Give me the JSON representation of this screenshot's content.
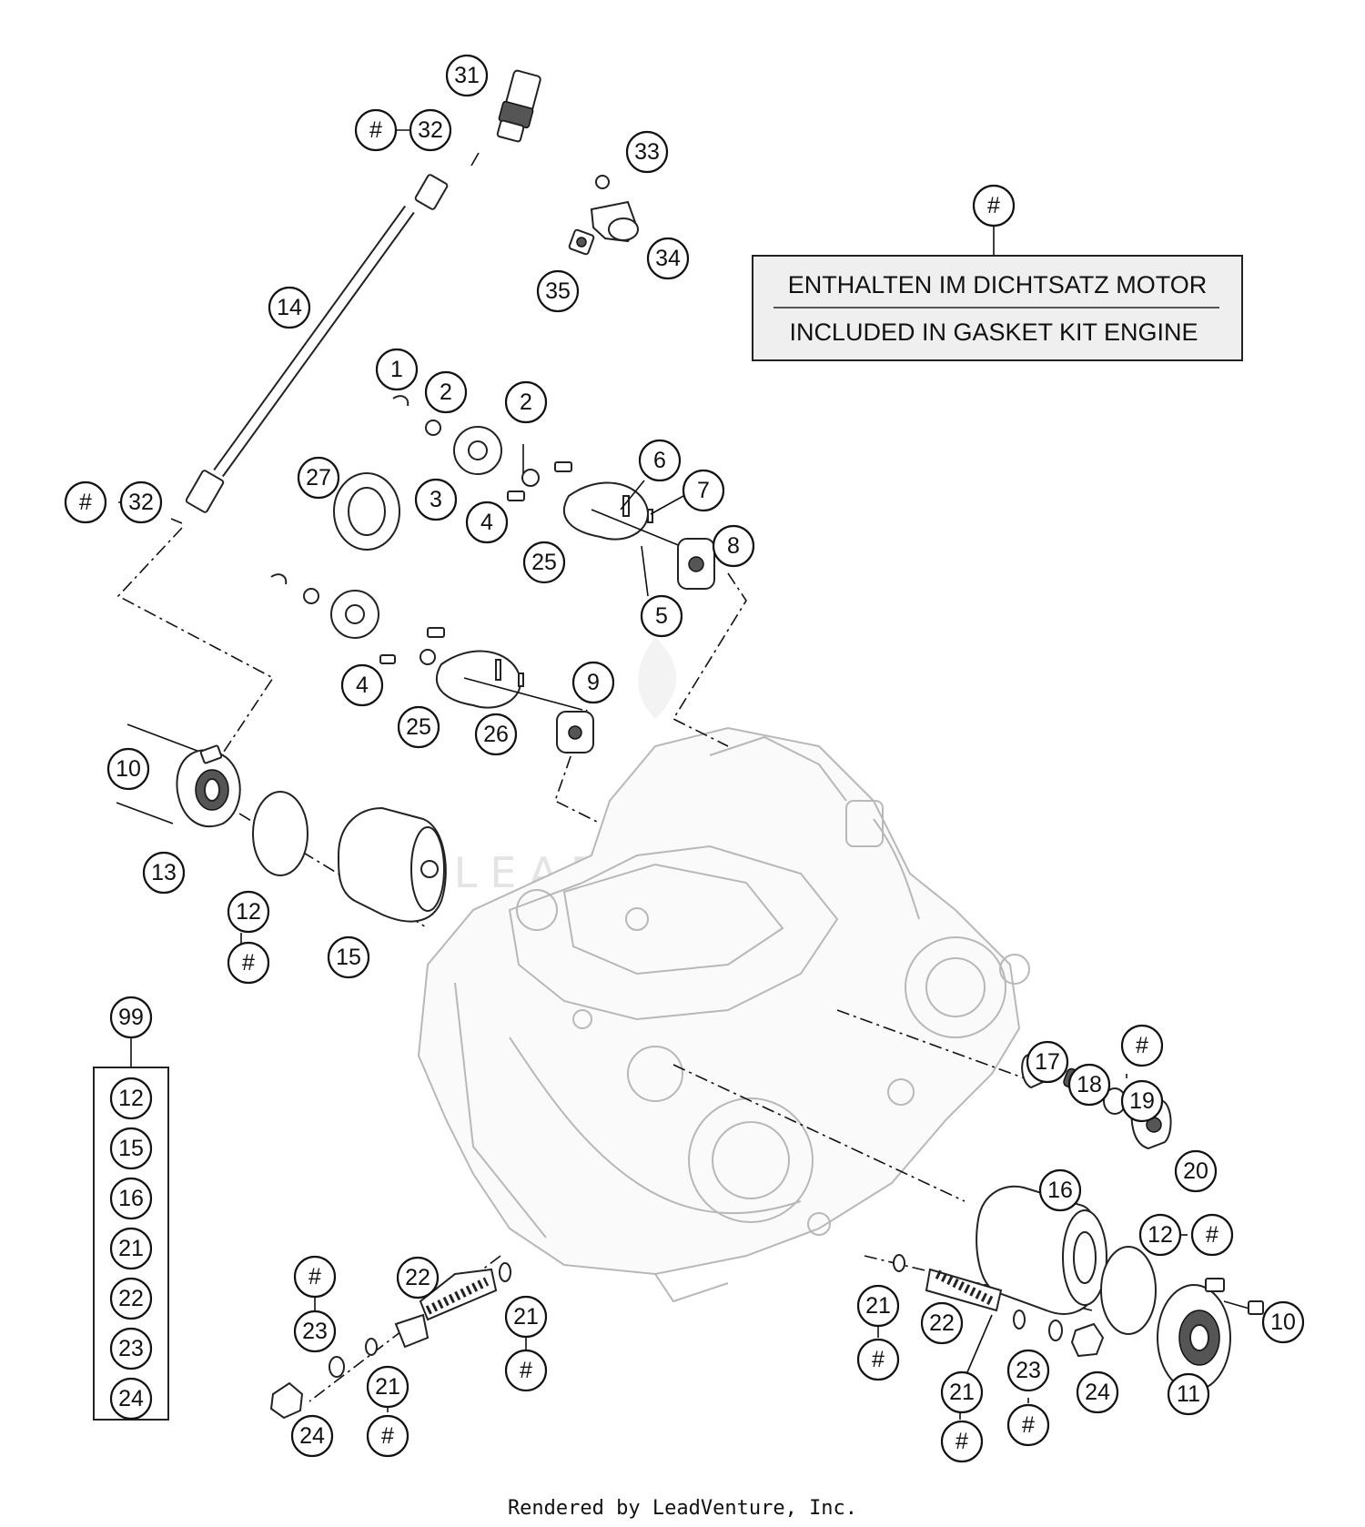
{
  "note": {
    "marker": "#",
    "line1": "ENTHALTEN IM DICHTSATZ MOTOR",
    "line2": "INCLUDED IN GASKET KIT ENGINE"
  },
  "kit": {
    "label": "99",
    "items": [
      "12",
      "15",
      "16",
      "21",
      "22",
      "23",
      "24"
    ]
  },
  "watermark": "LEADVENTURE",
  "footer": "Rendered by LeadVenture, Inc.",
  "callouts": {
    "c31": "31",
    "c32a": "32",
    "c32a_hash": "#",
    "c33": "33",
    "c34": "34",
    "c35": "35",
    "c14": "14",
    "c1": "1",
    "c2a": "2",
    "c2b": "2",
    "c27": "27",
    "c3": "3",
    "c4a": "4",
    "c6": "6",
    "c7": "7",
    "c8": "8",
    "c25a": "25",
    "c5": "5",
    "c32b": "32",
    "c32b_hash": "#",
    "c4b": "4",
    "c9": "9",
    "c25b": "25",
    "c26": "26",
    "c10a": "10",
    "c13": "13",
    "c12a": "12",
    "c12a_hash": "#",
    "c15": "15",
    "c17": "17",
    "c18": "18",
    "c19": "19",
    "c19_hash": "#",
    "c20": "20",
    "c16": "16",
    "c12b": "12",
    "c12b_hash": "#",
    "c10b": "10",
    "c11": "11",
    "c23a_hash": "#",
    "c23a": "23",
    "c22a": "22",
    "c21a": "21",
    "c21a_hash": "#",
    "c21b": "21",
    "c21b_hash": "#",
    "c24a": "24",
    "c21c": "21",
    "c21c_hash": "#",
    "c22b": "22",
    "c21d": "21",
    "c21d_hash": "#",
    "c23b": "23",
    "c23b_hash": "#",
    "c24b": "24"
  }
}
